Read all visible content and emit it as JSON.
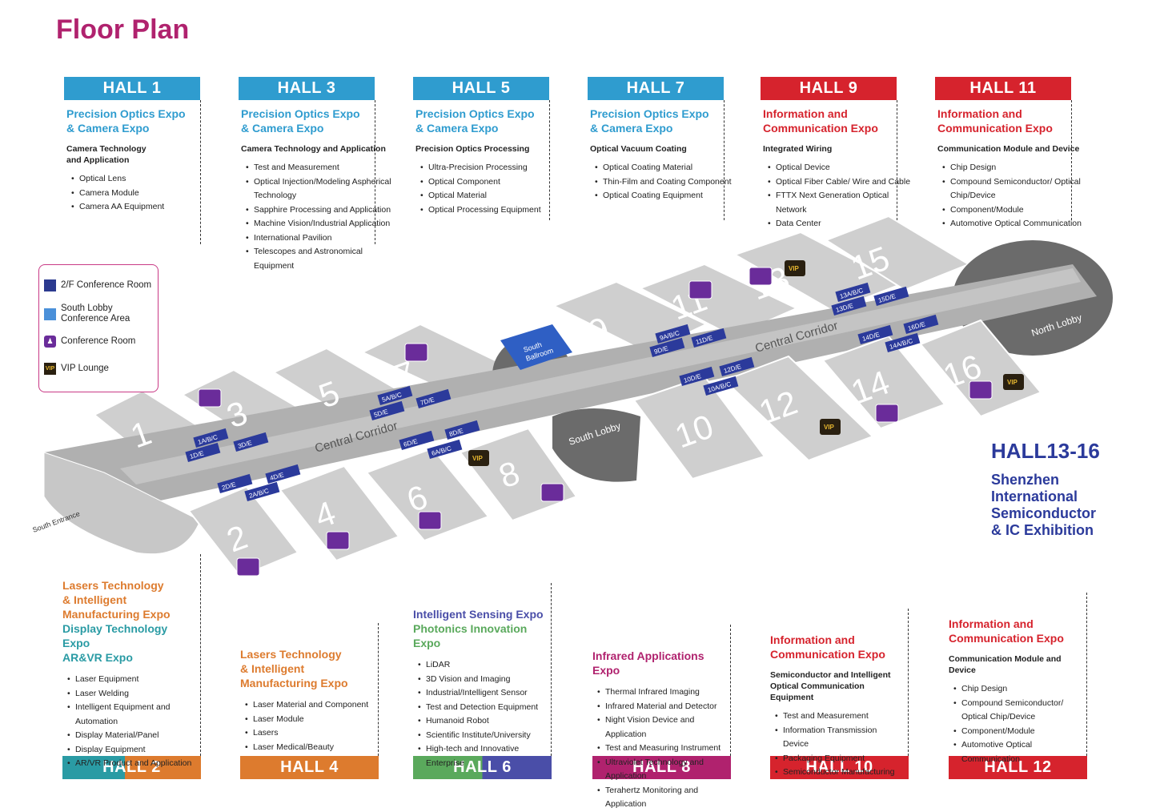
{
  "title": "Floor Plan",
  "colors": {
    "blue_badge": "#2f9ccf",
    "red_badge": "#d6232d",
    "blue_text": "#2f9ccf",
    "red_text": "#d6232d",
    "orange_text": "#dd7b2e",
    "teal_text": "#2a9ba4",
    "green_text": "#5aa95c",
    "indigo_text": "#4a4ea8",
    "pink": "#b0226e",
    "navy": "#2b3a9b",
    "purple": "#6a2c9a"
  },
  "top_halls": [
    {
      "label": "HALL 1",
      "expo": [
        "Precision Optics Expo",
        "& Camera Expo"
      ],
      "sub": "Camera Technology and Application",
      "items": [
        "Optical Lens",
        "Camera Module",
        "Camera AA Equipment"
      ]
    },
    {
      "label": "HALL 3",
      "expo": [
        "Precision Optics Expo",
        "& Camera Expo"
      ],
      "sub": "Camera Technology and Application",
      "items": [
        "Test and Measurement",
        "Optical Injection/Modeling Aspherical Technology",
        "Sapphire Processing and Application",
        "Machine Vision/Industrial Application",
        "International Pavilion",
        "Telescopes and Astronomical Equipment"
      ]
    },
    {
      "label": "HALL 5",
      "expo": [
        "Precision Optics Expo",
        "& Camera Expo"
      ],
      "sub": "Precision Optics Processing",
      "items": [
        "Ultra-Precision Processing",
        "Optical Component",
        "Optical Material",
        "Optical Processing Equipment"
      ]
    },
    {
      "label": "HALL 7",
      "expo": [
        "Precision Optics Expo",
        "& Camera Expo"
      ],
      "sub": "Optical Vacuum Coating",
      "items": [
        "Optical Coating Material",
        "Thin-Film and Coating Component",
        "Optical Coating Equipment"
      ]
    },
    {
      "label": "HALL 9",
      "expo": [
        "Information and",
        "Communication Expo"
      ],
      "sub": "Integrated Wiring",
      "items": [
        "Optical Device",
        "Optical Fiber Cable/ Wire and Cable",
        "FTTX Next Generation Optical Network",
        "Data Center"
      ]
    },
    {
      "label": "HALL 11",
      "expo": [
        "Information and",
        "Communication Expo"
      ],
      "sub": "Communication Module and Device",
      "items": [
        "Chip Design",
        "Compound Semiconductor/ Optical Chip/Device",
        "Component/Module",
        "Automotive Optical Communication"
      ]
    }
  ],
  "bottom_halls": [
    {
      "label": "HALL 2",
      "expo": [
        "Lasers Technology",
        "& Intelligent",
        "Manufacturing Expo"
      ],
      "expo2": [
        "Display Technology Expo",
        "AR&VR Expo"
      ],
      "items": [
        "Laser Equipment",
        "Laser Welding",
        "Intelligent Equipment and Automation",
        "Display Material/Panel",
        "Display Equipment",
        "AR/VR Product and Application"
      ]
    },
    {
      "label": "HALL 4",
      "expo": [
        "Lasers Technology",
        "& Intelligent",
        "Manufacturing Expo"
      ],
      "items": [
        "Laser Material and Component",
        "Laser Module",
        "Lasers",
        "Laser Medical/Beauty"
      ]
    },
    {
      "label": "HALL 6",
      "expo": [
        "Intelligent Sensing Expo"
      ],
      "expo2": [
        "Photonics Innovation Expo"
      ],
      "items": [
        "LiDAR",
        "3D Vision and Imaging",
        "Industrial/Intelligent Sensor",
        "Test and Detection Equipment",
        "Humanoid Robot",
        "Scientific Institute/University",
        "High-tech and Innovative Enterprise"
      ]
    },
    {
      "label": "HALL 8",
      "expo": [
        "Infrared Applications Expo"
      ],
      "items": [
        "Thermal Infrared Imaging",
        "Infrared Material and Detector",
        "Night Vision Device and Application",
        "Test and Measuring Instrument",
        "Ultraviolet Technology and Application",
        "Terahertz Monitoring and Application"
      ]
    },
    {
      "label": "HALL 10",
      "expo": [
        "Information and",
        "Communication Expo"
      ],
      "sub": "Semiconductor and Intelligent Optical Communication Equipment",
      "items": [
        "Test and Measurement",
        "Information Transmission Device",
        "Packaging Equipment",
        "Semiconductor Manufacturing"
      ]
    },
    {
      "label": "HALL 12",
      "expo": [
        "Information and",
        "Communication Expo"
      ],
      "sub": "Communication Module and Device",
      "items": [
        "Chip Design",
        "Compound Semiconductor/ Optical Chip/Device",
        "Component/Module",
        "Automotive Optical Communication"
      ]
    }
  ],
  "legend": [
    {
      "label": "2/F Conference Room",
      "icon": "dark-blue-square"
    },
    {
      "label": "South Lobby Conference Area",
      "icon": "light-blue-square"
    },
    {
      "label": "Conference Room",
      "icon": "conference-icon"
    },
    {
      "label": "VIP Lounge",
      "icon": "vip-icon"
    }
  ],
  "hall_13_16": {
    "heading": "HALL13-16",
    "lines": [
      "Shenzhen",
      "International",
      "Semiconductor",
      "& IC Exhibition"
    ]
  },
  "map": {
    "corridor_left": "Central Corridor",
    "corridor_right": "Central Corridor",
    "south_entrance": "South Entrance",
    "south_lobby": "South Lobby",
    "north_lobby": "North Lobby",
    "south_ballroom": "South Ballroom",
    "hall_numbers": [
      "1",
      "2",
      "3",
      "4",
      "5",
      "6",
      "7",
      "8",
      "9",
      "10",
      "11",
      "12",
      "13",
      "14",
      "15",
      "16"
    ],
    "room_labels": [
      "1A/B/C",
      "1D/E",
      "3D/E",
      "2D/E",
      "4D/E",
      "2A/B/C",
      "5A/B/C",
      "5D/E",
      "7D/E",
      "6D/E",
      "6A/B/C",
      "8D/E",
      "9A/B/C",
      "9D/E",
      "11D/E",
      "10D/E",
      "12D/E",
      "10A/B/C",
      "13A/B/C",
      "13D/E",
      "15D/E",
      "14D/E",
      "16D/E",
      "14A/B/C"
    ],
    "vip": "VIP"
  }
}
